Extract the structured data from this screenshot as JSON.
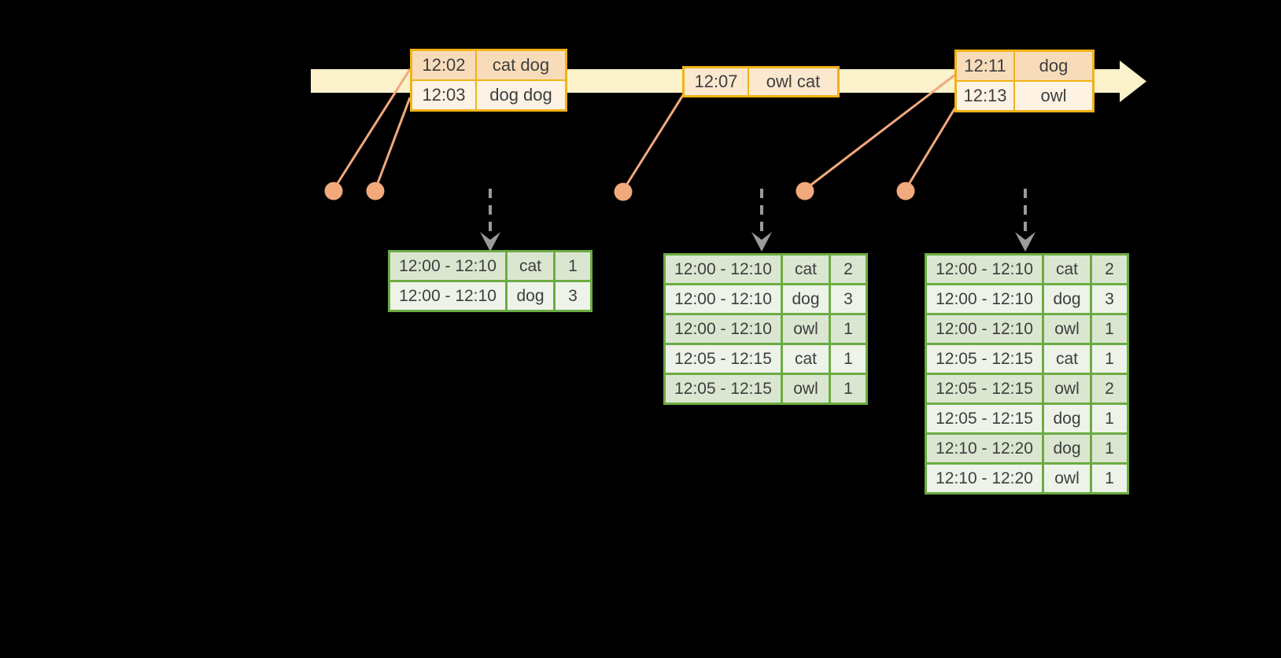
{
  "colors": {
    "background": "#000000",
    "band": "#fbf1cb",
    "event_border": "#f0b216",
    "event_fill_dark": "#f8dcba",
    "event_fill_light": "#fdf2e3",
    "event_fill_mid": "#fbe8cf",
    "result_border": "#6cac43",
    "result_fill_dark": "#dbe6d1",
    "result_fill_light": "#eef3ea",
    "connector": "#f2a97b",
    "trigger_arrow": "#9a9a9a",
    "text": "#3e3e3e"
  },
  "event_tables": [
    {
      "rows": [
        {
          "time": "12:02",
          "words": "cat dog"
        },
        {
          "time": "12:03",
          "words": "dog dog"
        }
      ]
    },
    {
      "rows": [
        {
          "time": "12:07",
          "words": "owl cat"
        }
      ]
    },
    {
      "rows": [
        {
          "time": "12:11",
          "words": "dog"
        },
        {
          "time": "12:13",
          "words": "owl"
        }
      ]
    }
  ],
  "result_tables": [
    {
      "rows": [
        {
          "window": "12:00 - 12:10",
          "word": "cat",
          "count": "1"
        },
        {
          "window": "12:00 - 12:10",
          "word": "dog",
          "count": "3"
        }
      ]
    },
    {
      "rows": [
        {
          "window": "12:00 - 12:10",
          "word": "cat",
          "count": "2"
        },
        {
          "window": "12:00 - 12:10",
          "word": "dog",
          "count": "3"
        },
        {
          "window": "12:00 - 12:10",
          "word": "owl",
          "count": "1"
        },
        {
          "window": "12:05 - 12:15",
          "word": "cat",
          "count": "1"
        },
        {
          "window": "12:05 - 12:15",
          "word": "owl",
          "count": "1"
        }
      ]
    },
    {
      "rows": [
        {
          "window": "12:00 - 12:10",
          "word": "cat",
          "count": "2"
        },
        {
          "window": "12:00 - 12:10",
          "word": "dog",
          "count": "3"
        },
        {
          "window": "12:00 - 12:10",
          "word": "owl",
          "count": "1"
        },
        {
          "window": "12:05 - 12:15",
          "word": "cat",
          "count": "1"
        },
        {
          "window": "12:05 - 12:15",
          "word": "owl",
          "count": "2"
        },
        {
          "window": "12:05 - 12:15",
          "word": "dog",
          "count": "1"
        },
        {
          "window": "12:10 - 12:20",
          "word": "dog",
          "count": "1"
        },
        {
          "window": "12:10 - 12:20",
          "word": "owl",
          "count": "1"
        }
      ]
    }
  ]
}
